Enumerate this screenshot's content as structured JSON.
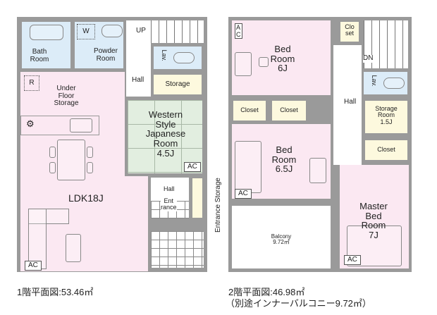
{
  "floor1": {
    "caption": "1階平面図:53.46㎡",
    "rooms": {
      "bath": "Bath\nRoom",
      "powder": "Powder\nRoom",
      "washer": "W",
      "up": "UP",
      "lav": "Lav.",
      "hall_upper": "Hall",
      "storage": "Storage",
      "fridge": "R",
      "under_floor": "Under\nFloor\nStorage",
      "japanese": "Western\nStyle\nJapanese\nRoom\n4.5J",
      "ldk": "LDK18J",
      "hall_lower": "Hall",
      "entrance": "Ent\nrance",
      "entrance_storage": "Entrance Storage",
      "ac_japanese": "AC",
      "ac_ldk": "AC"
    }
  },
  "floor2": {
    "caption_line1": "2階平面図:46.98㎡",
    "caption_line2": "（別途インナーバルコニー9.72㎡）",
    "rooms": {
      "bed6": "Bed\nRoom\n6J",
      "closet_set": "Clo\nset",
      "dn": "DN",
      "lav": "Lav.",
      "hall": "Hall",
      "closet_a": "Closet",
      "closet_b": "Closet",
      "storage_room": "Storage\nRoom\n1.5J",
      "closet_c": "Closet",
      "bed65": "Bed\nRoom\n6.5J",
      "balcony": "Balcony\n9.72㎡",
      "master": "Master\nBed\nRoom\n7J",
      "ac_bed6": "A\nC",
      "ac_bed65": "AC",
      "ac_master": "AC"
    }
  },
  "colors": {
    "wall": "#9a9a9a",
    "bedroom_pink": "#fbe8f2",
    "wet_blue": "#dcecf8",
    "storage_yellow": "#fdf9de",
    "tatami_green": "#e2eee0"
  }
}
